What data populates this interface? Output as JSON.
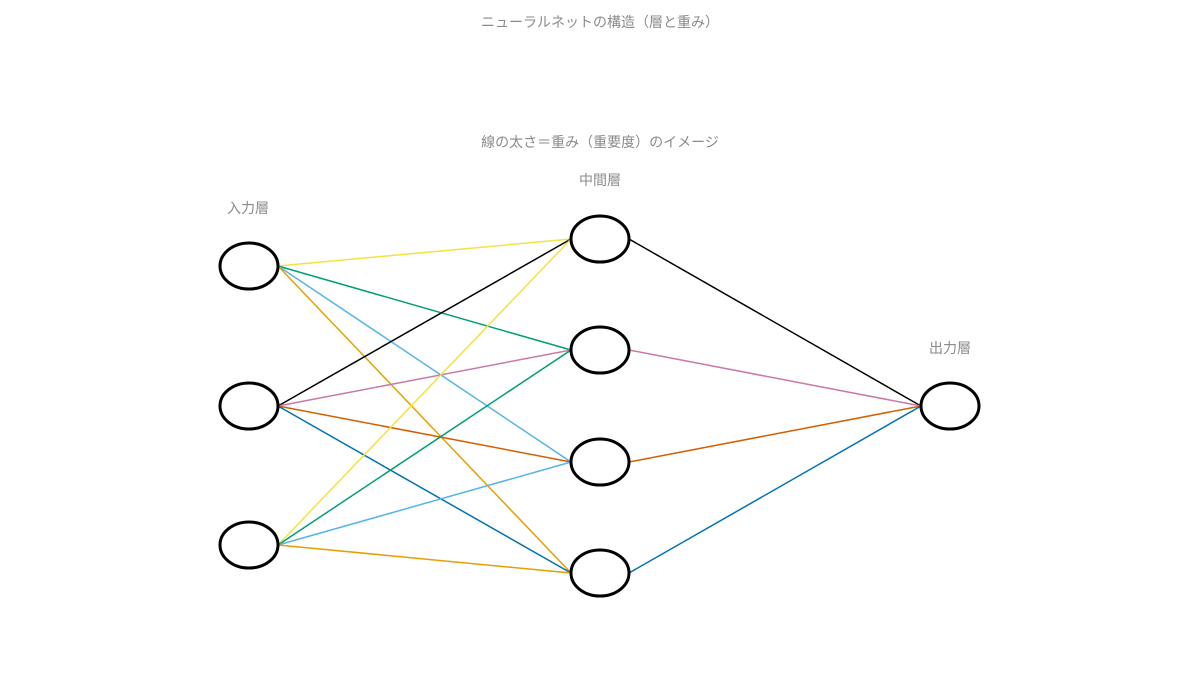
{
  "diagram": {
    "title": "ニューラルネットの構造（層と重み）",
    "subtitle": "線の太さ＝重み（重要度）のイメージ",
    "layers": {
      "input": {
        "label": "入力層",
        "node_count": 3
      },
      "hidden": {
        "label": "中間層",
        "node_count": 4
      },
      "output": {
        "label": "出力層",
        "node_count": 1
      }
    },
    "connections_input_hidden": [
      {
        "from": 0,
        "to": 0,
        "color": "#f0e442"
      },
      {
        "from": 0,
        "to": 1,
        "color": "#009e73"
      },
      {
        "from": 0,
        "to": 2,
        "color": "#56b4e9"
      },
      {
        "from": 0,
        "to": 3,
        "color": "#e69f00"
      },
      {
        "from": 1,
        "to": 0,
        "color": "#000000"
      },
      {
        "from": 1,
        "to": 1,
        "color": "#cc79a7"
      },
      {
        "from": 1,
        "to": 2,
        "color": "#d55e00"
      },
      {
        "from": 1,
        "to": 3,
        "color": "#0072b2"
      },
      {
        "from": 2,
        "to": 0,
        "color": "#f0e442"
      },
      {
        "from": 2,
        "to": 1,
        "color": "#009e73"
      },
      {
        "from": 2,
        "to": 2,
        "color": "#56b4e9"
      },
      {
        "from": 2,
        "to": 3,
        "color": "#e69f00"
      }
    ],
    "connections_hidden_output": [
      {
        "from": 0,
        "to": 0,
        "color": "#000000"
      },
      {
        "from": 1,
        "to": 0,
        "color": "#cc79a7"
      },
      {
        "from": 2,
        "to": 0,
        "color": "#d55e00"
      },
      {
        "from": 3,
        "to": 0,
        "color": "#0072b2"
      }
    ],
    "colors": {
      "node_stroke": "#000000",
      "node_fill": "#ffffff",
      "text": "#8a8a8a"
    }
  }
}
